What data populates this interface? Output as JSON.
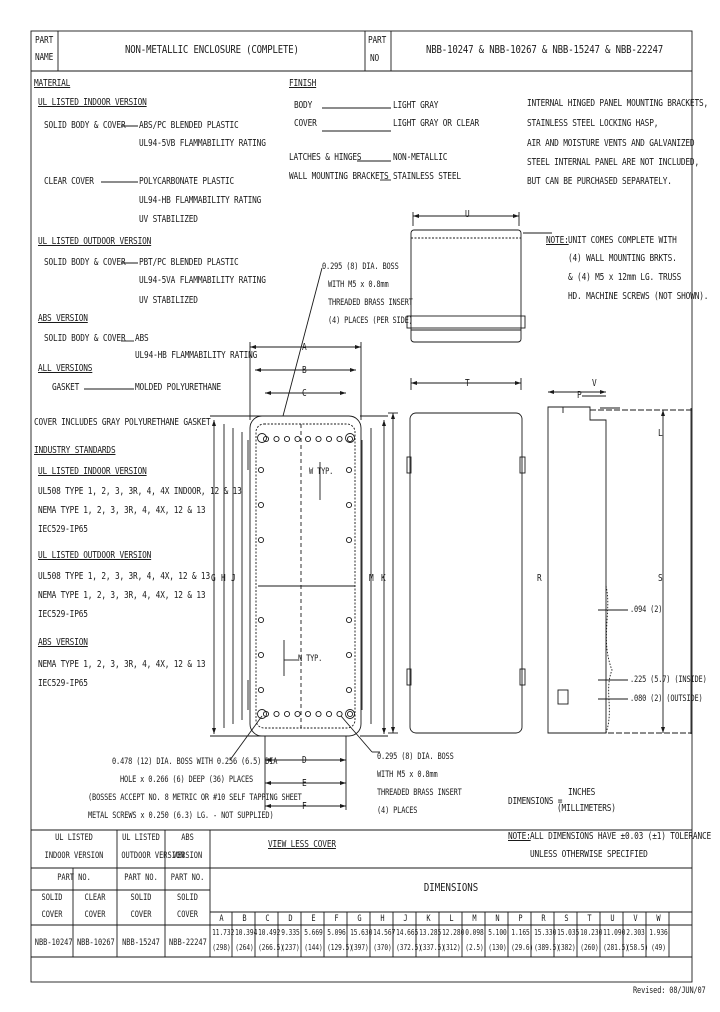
{
  "header": {
    "part_name_label": [
      "PART",
      "NAME"
    ],
    "part_name": "NON-METALLIC ENCLOSURE (COMPLETE)",
    "part_no_label": [
      "PART",
      "NO"
    ],
    "part_no": "NBB-10247 & NBB-10267 & NBB-15247 & NBB-22247"
  },
  "material": {
    "heading": "MATERIAL",
    "ul_indoor": {
      "title": "UL LISTED INDOOR VERSION",
      "body_cover_label": "SOLID BODY & COVER",
      "body_cover_value": "ABS/PC BLENDED PLASTIC",
      "body_cover_rating": "UL94-5VB FLAMMABILITY RATING",
      "clear_label": "CLEAR COVER",
      "clear_value": "POLYCARBONATE PLASTIC",
      "clear_rating": "UL94-HB FLAMMABILITY RATING",
      "clear_uv": "UV STABILIZED"
    },
    "ul_outdoor": {
      "title": "UL LISTED OUTDOOR VERSION",
      "body_cover_label": "SOLID BODY & COVER",
      "body_cover_value": "PBT/PC BLENDED PLASTIC",
      "body_cover_rating": "UL94-5VA FLAMMABILITY RATING",
      "uv": "UV STABILIZED"
    },
    "abs": {
      "title": "ABS VERSION",
      "body_cover_label": "SOLID BODY & COVER",
      "body_cover_value": "ABS",
      "rating": "UL94-HB FLAMMABILITY RATING"
    },
    "all": {
      "title": "ALL VERSIONS",
      "gasket_label": "GASKET",
      "gasket_value": "MOLDED POLYURETHANE"
    }
  },
  "finish": {
    "heading": "FINISH",
    "body_label": "BODY",
    "body_value": "LIGHT GRAY",
    "cover_label": "COVER",
    "cover_value": "LIGHT GRAY OR CLEAR",
    "latches_label": "LATCHES & HINGES",
    "latches_value": "NON-METALLIC",
    "wall_label": "WALL MOUNTING BRACKETS",
    "wall_value": "STAINLESS STEEL"
  },
  "internal_note": [
    "INTERNAL HINGED PANEL MOUNTING BRACKETS,",
    "STAINLESS STEEL LOCKING HASP,",
    "AIR AND MOISTURE VENTS AND GALVANIZED",
    "STEEL INTERNAL PANEL ARE NOT INCLUDED,",
    "BUT CAN BE PURCHASED SEPARATELY."
  ],
  "unit_note": {
    "label": "NOTE:",
    "lines": [
      "UNIT COMES COMPLETE WITH",
      "(4) WALL MOUNTING BRKTS.",
      "& (4) M5 x 12mm LG. TRUSS",
      "HD. MACHINE SCREWS (NOT SHOWN)."
    ]
  },
  "cover_gasket": "COVER INCLUDES GRAY POLYURETHANE GASKET",
  "industry": {
    "heading": "INDUSTRY STANDARDS",
    "indoor_title": "UL LISTED INDOOR VERSION",
    "indoor_lines": [
      "UL508 TYPE 1, 2, 3, 3R, 4, 4X INDOOR, 12 & 13",
      "NEMA TYPE 1, 2, 3, 3R, 4, 4X, 12 & 13",
      "IEC529-IP65"
    ],
    "outdoor_title": "UL LISTED OUTDOOR VERSION",
    "outdoor_lines": [
      "UL508 TYPE 1, 2, 3, 3R, 4, 4X, 12 & 13",
      "NEMA TYPE 1, 2, 3, 3R, 4, 4X, 12 & 13",
      "IEC529-IP65"
    ],
    "abs_title": "ABS VERSION",
    "abs_lines": [
      "NEMA TYPE 1, 2, 3, 3R, 4, 4X, 12 & 13",
      "IEC529-IP65"
    ]
  },
  "callouts": {
    "boss_top": [
      "0.295 (8) DIA. BOSS",
      "WITH M5 x 0.8mm",
      "THREADED BRASS INSERT",
      "(4) PLACES (PER SIDE)"
    ],
    "boss_bottom_left": [
      "0.478 (12) DIA. BOSS WITH 0.256 (6.5) DIA",
      "HOLE x 0.266 (6) DEEP (36) PLACES"
    ],
    "boss_bottom_left2": [
      "(BOSSES ACCEPT NO. 8 METRIC OR #10 SELF TAPPING SHEET",
      "METAL SCREWS x 0.250 (6.3) LG. - NOT SUPPLIED)"
    ],
    "boss_bottom_right": [
      "0.295 (8) DIA. BOSS",
      "WITH M5 x 0.8mm",
      "THREADED BRASS INSERT",
      "(4) PLACES"
    ],
    "view_less_cover": "VIEW LESS COVER",
    "w_typ": "W TYP.",
    "n_typ": "N TYP.",
    "radius_dim": ".094 (2)",
    "dim_a": ".225 (5.7) (INSIDE)",
    "dim_b": ".080 (2) (OUTSIDE)",
    "dims_label": "DIMENSIONS = ",
    "dims_inches": "INCHES",
    "dims_mm": "(MILLIMETERS)",
    "tolerance_label": "NOTE:",
    "tolerance": [
      "ALL DIMENSIONS HAVE ±0.03 (±1) TOLERANCE",
      "UNLESS OTHERWISE SPECIFIED"
    ]
  },
  "letters": [
    "A",
    "B",
    "C",
    "D",
    "E",
    "F",
    "G",
    "H",
    "J",
    "K",
    "L",
    "M",
    "N",
    "P",
    "R",
    "S",
    "T",
    "U",
    "V",
    "W"
  ],
  "table": {
    "versions": [
      [
        "UL LISTED",
        "INDOOR VERSION"
      ],
      [
        "UL LISTED",
        "OUTDOOR VERSION"
      ],
      [
        "ABS",
        "VERSION"
      ]
    ],
    "part_no_headers": [
      "PART NO.",
      "PART NO.",
      "PART NO."
    ],
    "sub_headers": [
      [
        "SOLID",
        "COVER"
      ],
      [
        "CLEAR",
        "COVER"
      ],
      [
        "SOLID",
        "COVER"
      ],
      [
        "SOLID",
        "COVER"
      ]
    ],
    "part_numbers": [
      "NBB-10247",
      "NBB-10267",
      "NBB-15247",
      "NBB-22247"
    ],
    "dims_title": "DIMENSIONS",
    "dims_columns": [
      "A",
      "B",
      "C",
      "D",
      "E",
      "F",
      "G",
      "H",
      "J",
      "K",
      "L",
      "M",
      "N",
      "P",
      "R",
      "S",
      "T",
      "U",
      "V",
      "W"
    ],
    "dims_inches": [
      "11.732",
      "10.394",
      "10.492",
      "9.335",
      "5.669",
      "5.096",
      "15.630",
      "14.567",
      "14.665",
      "13.285",
      "12.280",
      "0.098",
      "5.100",
      "1.165",
      "15.330",
      "15.035",
      "10.230",
      "11.090",
      "2.303",
      "1.936"
    ],
    "dims_mm": [
      "(298)",
      "(264)",
      "(266.5)",
      "(237)",
      "(144)",
      "(129.5)",
      "(397)",
      "(370)",
      "(372.5)",
      "(337.5)",
      "(312)",
      "(2.5)",
      "(130)",
      "(29.6)",
      "(389.5)",
      "(382)",
      "(260)",
      "(281.5)",
      "(58.5)",
      "(49)"
    ]
  },
  "revision": "Revised: 08/JUN/07"
}
